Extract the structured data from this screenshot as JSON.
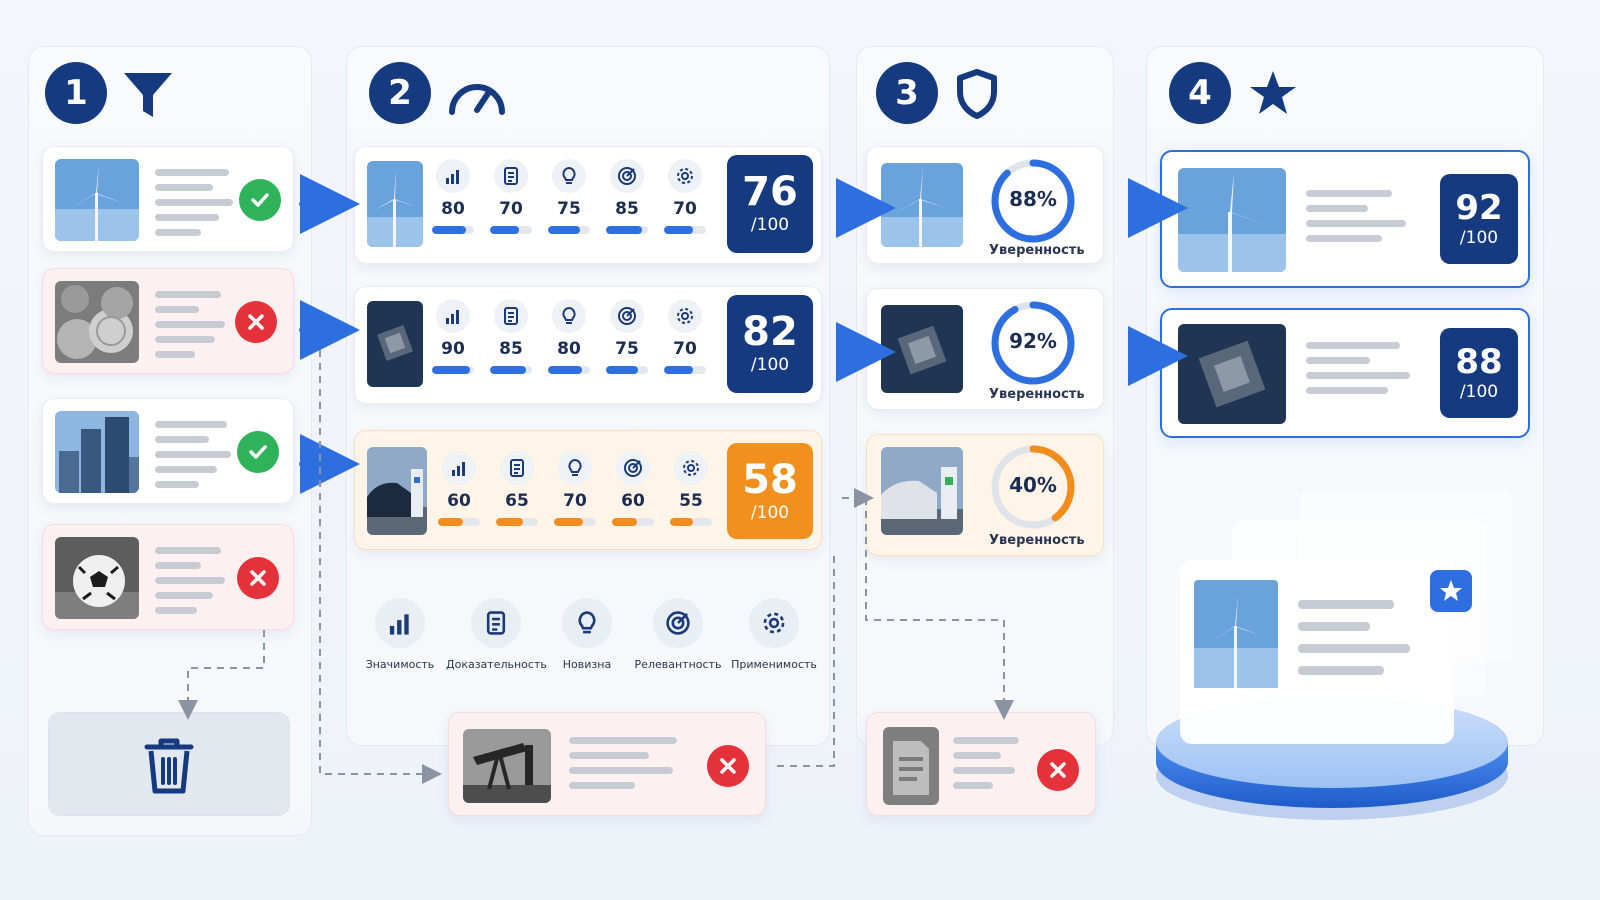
{
  "stages": [
    {
      "number": "1",
      "icon": "filter-icon"
    },
    {
      "number": "2",
      "icon": "gauge-icon"
    },
    {
      "number": "3",
      "icon": "shield-icon"
    },
    {
      "number": "4",
      "icon": "star-icon"
    }
  ],
  "filter_items": [
    {
      "image": "wind-turbine-image",
      "status": "pass",
      "status_icon": "check-icon"
    },
    {
      "image": "coins-image",
      "status": "reject",
      "status_icon": "cross-icon"
    },
    {
      "image": "skyscrapers-image",
      "status": "pass",
      "status_icon": "check-icon"
    },
    {
      "image": "soccer-ball-image",
      "status": "reject",
      "status_icon": "cross-icon"
    }
  ],
  "scored_items": [
    {
      "image": "wind-turbine-image",
      "metrics": [
        80,
        70,
        75,
        85,
        70
      ],
      "score": "76",
      "score_suffix": "/100"
    },
    {
      "image": "chip-image",
      "metrics": [
        90,
        85,
        80,
        75,
        70
      ],
      "score": "82",
      "score_suffix": "/100"
    },
    {
      "image": "ev-charging-image",
      "metrics": [
        60,
        65,
        70,
        60,
        55
      ],
      "score": "58",
      "score_suffix": "/100",
      "warning": true
    }
  ],
  "metric_legend": [
    {
      "icon": "bar-chart-icon",
      "label": "Значимость"
    },
    {
      "icon": "document-icon",
      "label": "Доказательность"
    },
    {
      "icon": "lightbulb-icon",
      "label": "Новизна"
    },
    {
      "icon": "target-icon",
      "label": "Релевантность"
    },
    {
      "icon": "gear-icon",
      "label": "Применимость"
    }
  ],
  "confidence_items": [
    {
      "image": "wind-turbine-image",
      "percent_text": "88%",
      "percent": 88,
      "label": "Уверенность",
      "color": "#2e6fe0"
    },
    {
      "image": "chip-image",
      "percent_text": "92%",
      "percent": 92,
      "label": "Уверенность",
      "color": "#2e6fe0"
    },
    {
      "image": "ev-charging-image",
      "percent_text": "40%",
      "percent": 40,
      "label": "Уверенность",
      "color": "#f28c1c"
    }
  ],
  "final_items": [
    {
      "image": "wind-turbine-image",
      "score": "92",
      "score_suffix": "/100"
    },
    {
      "image": "chip-image",
      "score": "88",
      "score_suffix": "/100"
    }
  ],
  "rejected": [
    {
      "image": "oil-pump-image",
      "status_icon": "cross-icon"
    },
    {
      "image": "document-image",
      "status_icon": "cross-icon"
    }
  ],
  "trash_icon": "trash-icon",
  "colors": {
    "navy": "#153a80",
    "blue": "#2e6fe0",
    "orange": "#f28c1c",
    "green": "#2fb35a",
    "red": "#e5323a"
  }
}
